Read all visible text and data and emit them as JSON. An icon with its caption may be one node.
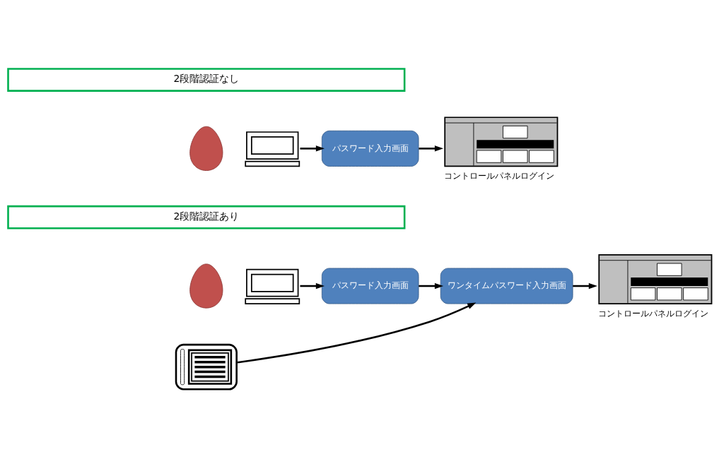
{
  "diagram": {
    "nodes": [
      {
        "text": [
          "2段階認証なし"
        ]
      },
      {
        "text": [],
        "shape": "person"
      },
      {
        "text": [],
        "shape": "picture"
      },
      {
        "text": [
          "パスワード入力画面"
        ]
      },
      {
        "text": [],
        "shape": "picture",
        "beside": [
          "コントロールパネルログイン"
        ]
      },
      {
        "text": [
          "2段階認証あり"
        ]
      },
      {
        "text": [],
        "shape": "person"
      },
      {
        "text": [],
        "shape": "picture"
      },
      {
        "text": [
          "パスワード入力画面"
        ]
      },
      {
        "text": [
          "ワンタイムパスワード入力画面"
        ]
      },
      {
        "text": [],
        "shape": "picture",
        "beside": [
          "コントロールパネルログイン"
        ]
      },
      {
        "text": [],
        "shape": "picture"
      }
    ],
    "edges": [
      {
        "from": 2,
        "to": 3,
        "arrow": "to"
      },
      {
        "from": 3,
        "to": 4,
        "arrow": "to"
      },
      {
        "from": 7,
        "to": 8,
        "arrow": "to"
      },
      {
        "from": 8,
        "to": 9,
        "arrow": "to"
      },
      {
        "from": 9,
        "to": 10,
        "arrow": "to"
      },
      {
        "from": 11,
        "to": 9,
        "arrow": "to"
      }
    ]
  }
}
